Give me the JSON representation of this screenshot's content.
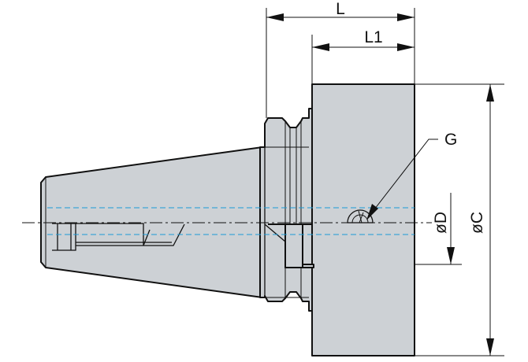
{
  "diagram": {
    "labels": {
      "L": "L",
      "L1": "L1",
      "G": "G",
      "D": "øD",
      "C": "øC"
    },
    "colors": {
      "body_fill": "#cdd1d5",
      "outline": "#111111",
      "hidden_line": "#1a9ad6",
      "background": "#ffffff"
    }
  }
}
